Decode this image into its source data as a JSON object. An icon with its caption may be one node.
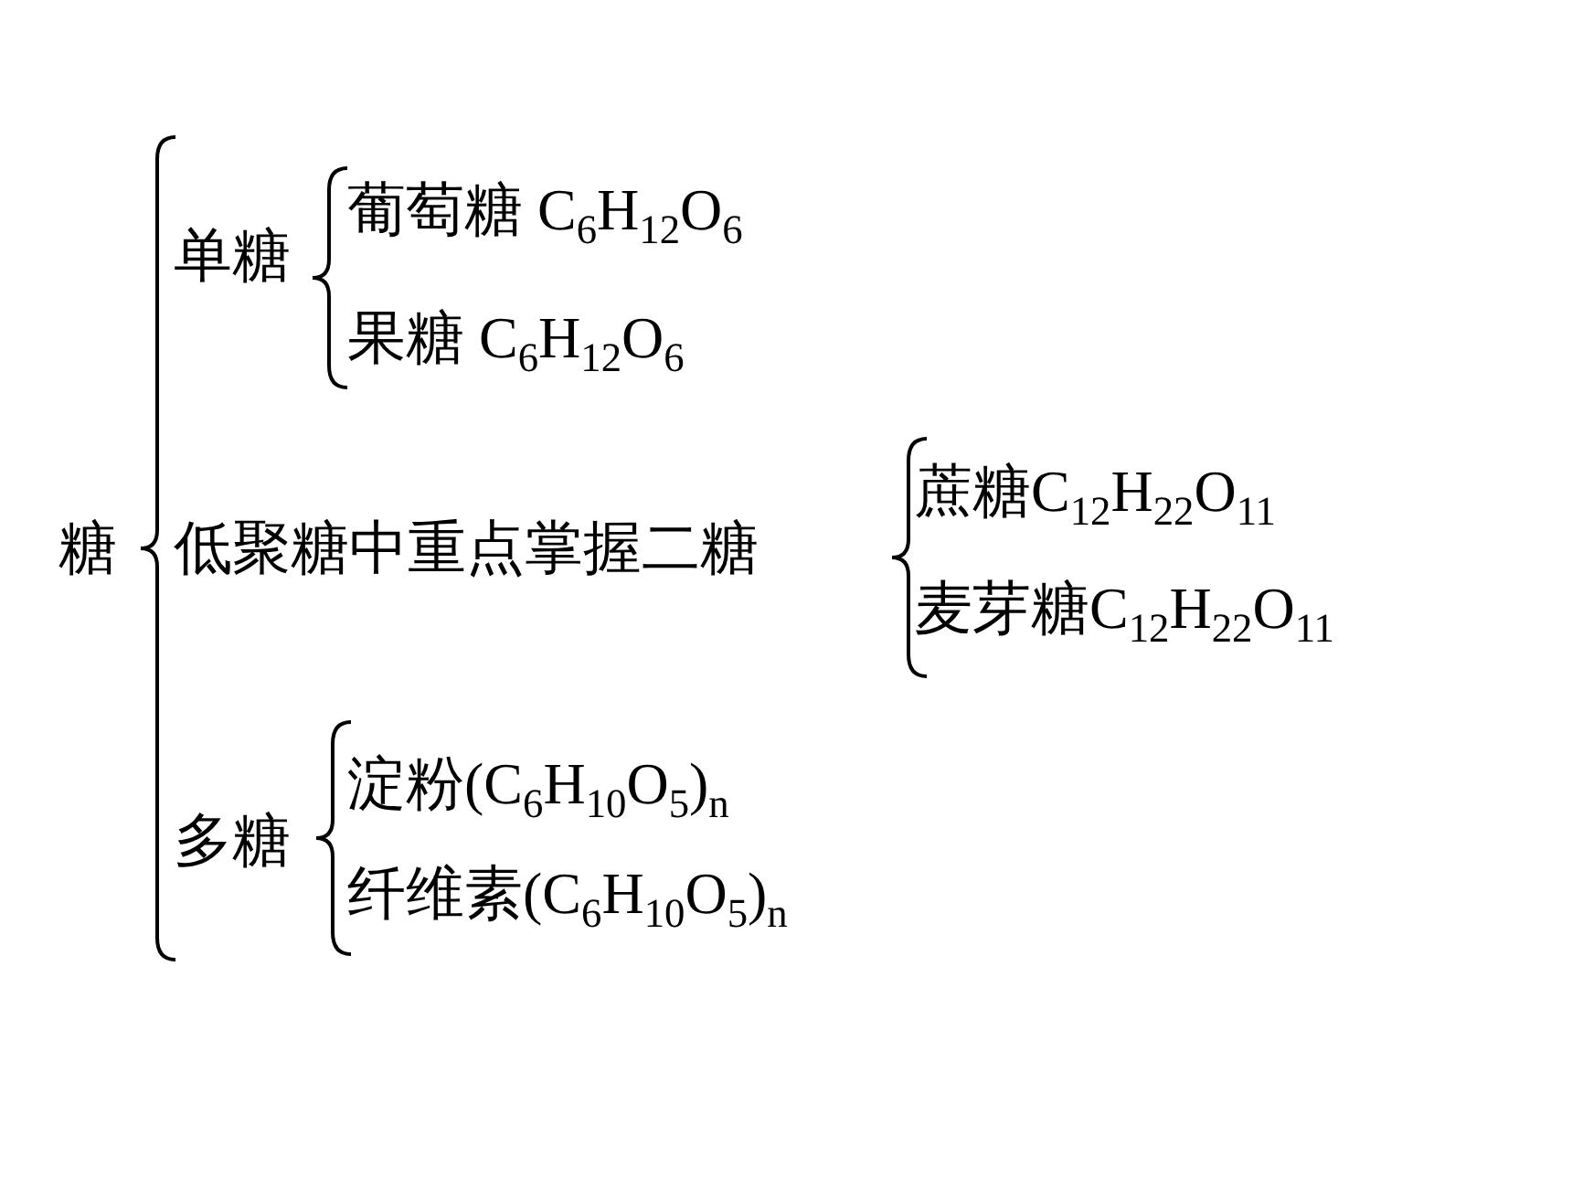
{
  "diagram": {
    "labels": [
      "糖",
      "单糖",
      "葡萄糖 C$_{6}$H$_{12}$O$_{6}$",
      "果糖 C$_{6}$H$_{12}$O$_{6}$",
      "低聚糖中重点掌握二糖",
      "蔗糖C$_{12}$H$_{22}$O$_{11}$",
      "麦芽糖C$_{12}$H$_{22}$O$_{11}$",
      "多糖",
      "淀粉(C$_{6}$H$_{10}$O$_{5}$)$_{n}$",
      "纤维素(C$_{6}$H$_{10}$O$_{5}$)$_{n}$"
    ]
  }
}
